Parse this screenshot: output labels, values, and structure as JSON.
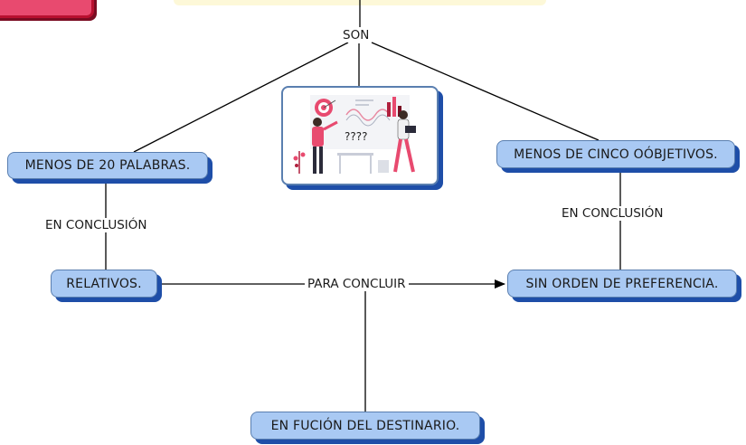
{
  "nodes": {
    "menos_20_palabras": "MENOS DE 20 PALABRAS.",
    "menos_cinco_objetivos": "MENOS DE CINCO OÓBJETIVOS.",
    "relativos": "RELATIVOS.",
    "sin_orden": "SIN ORDEN DE PREFERENCIA.",
    "en_fucion": "EN FUCIÓN DEL DESTINARIO."
  },
  "links": {
    "son": "SON",
    "en_conclusion_left": "EN CONCLUSIÓN",
    "en_conclusion_right": "EN CONCLUSIÓN",
    "para_concluir": "PARA CONCLUIR"
  },
  "image": {
    "caption": "????",
    "icons": [
      "target-icon",
      "presenter-figure-icon",
      "woman-with-laptop-icon",
      "bar-chart-icon",
      "plant-icon",
      "desk-icon"
    ]
  },
  "colors": {
    "node_fill": "#a9c9f3",
    "node_shadow": "#1e4ea8",
    "node_border": "#5a7fb0",
    "accent_red": "#e84a6f",
    "line": "#000000"
  }
}
